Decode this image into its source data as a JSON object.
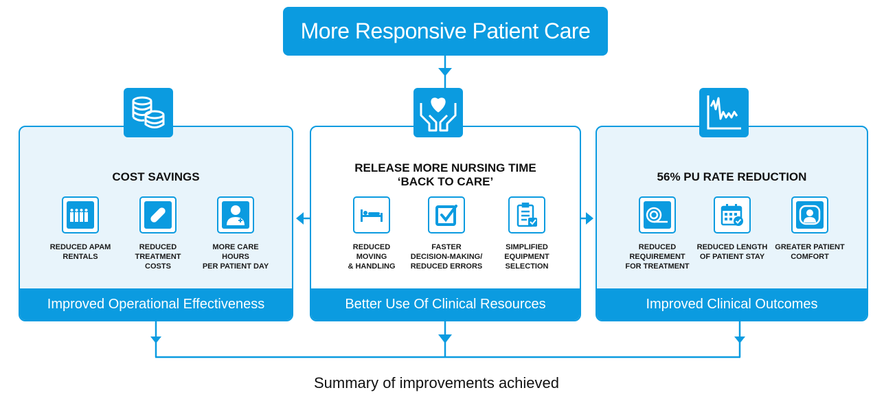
{
  "title": "More Responsive Patient Care",
  "panels": {
    "left": {
      "hero_icon": "coins-icon",
      "heading": "COST SAVINGS",
      "items": [
        {
          "icon": "rental-beds-icon",
          "label": "REDUCED APAM\nRENTALS"
        },
        {
          "icon": "bandage-icon",
          "label": "REDUCED\nTREATMENT\nCOSTS"
        },
        {
          "icon": "nurse-icon",
          "label": "MORE CARE\nHOURS\nPER PATIENT DAY"
        }
      ],
      "footer": "Improved Operational Effectiveness"
    },
    "middle": {
      "hero_icon": "hands-heart-icon",
      "heading_line1": "RELEASE MORE NURSING TIME",
      "heading_line2": "‘BACK TO CARE’",
      "items": [
        {
          "icon": "patient-bed-icon",
          "label": "REDUCED\nMOVING\n& HANDLING"
        },
        {
          "icon": "checkbox-icon",
          "label": "FASTER\nDECISION-MAKING/\nREDUCED ERRORS"
        },
        {
          "icon": "checklist-icon",
          "label": "SIMPLIFIED\nEQUIPMENT\nSELECTION"
        }
      ],
      "footer": "Better Use Of Clinical Resources"
    },
    "right": {
      "hero_icon": "chart-decline-icon",
      "heading": "56% PU RATE REDUCTION",
      "items": [
        {
          "icon": "mattress-roll-icon",
          "label": "REDUCED\nREQUIREMENT\nFOR TREATMENT"
        },
        {
          "icon": "calendar-check-icon",
          "label": "REDUCED LENGTH\nOF PATIENT STAY"
        },
        {
          "icon": "patient-comfort-icon",
          "label": "GREATER PATIENT\nCOMFORT"
        }
      ],
      "footer": "Improved Clinical Outcomes"
    }
  },
  "caption": "Summary of improvements achieved",
  "colors": {
    "accent": "#0b9be0",
    "panel_tint": "#e8f4fb"
  }
}
